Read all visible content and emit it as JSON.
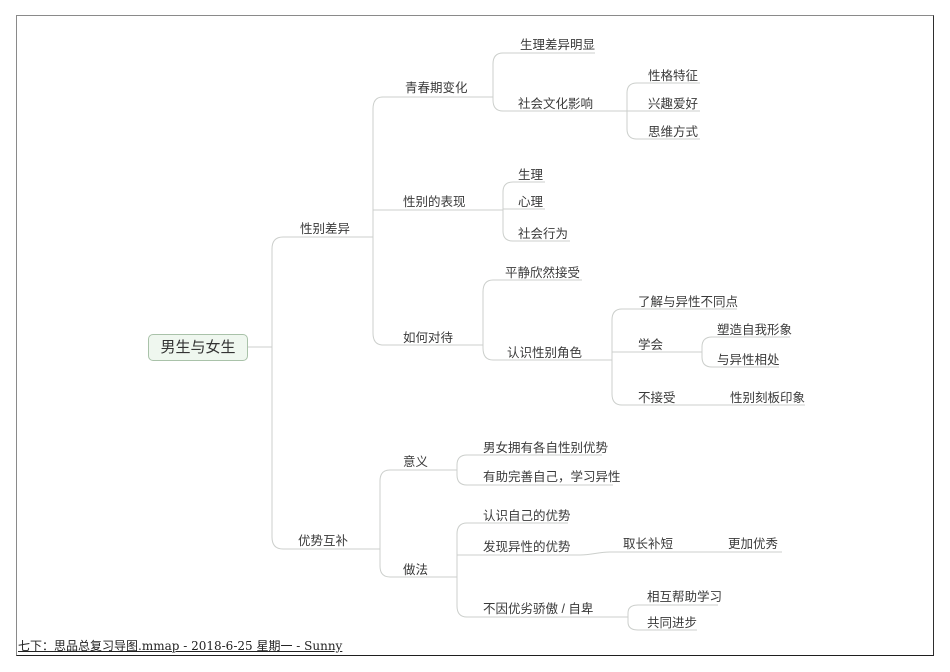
{
  "mindmap": {
    "root": {
      "label": "男生与女生",
      "children": [
        {
          "label": "性别差异",
          "children": [
            {
              "label": "青春期变化",
              "children": [
                {
                  "label": "生理差异明显"
                },
                {
                  "label": "社会文化影响",
                  "children": [
                    {
                      "label": "性格特征"
                    },
                    {
                      "label": "兴趣爱好"
                    },
                    {
                      "label": "思维方式"
                    }
                  ]
                }
              ]
            },
            {
              "label": "性别的表现",
              "children": [
                {
                  "label": "生理"
                },
                {
                  "label": "心理"
                },
                {
                  "label": "社会行为"
                }
              ]
            },
            {
              "label": "如何对待",
              "children": [
                {
                  "label": "平静欣然接受"
                },
                {
                  "label": "认识性别角色",
                  "children": [
                    {
                      "label": "了解与异性不同点"
                    },
                    {
                      "label": "学会",
                      "children": [
                        {
                          "label": "塑造自我形象"
                        },
                        {
                          "label": "与异性相处"
                        }
                      ]
                    },
                    {
                      "label": "不接受",
                      "children": [
                        {
                          "label": "性别刻板印象"
                        }
                      ]
                    }
                  ]
                }
              ]
            }
          ]
        },
        {
          "label": "优势互补",
          "children": [
            {
              "label": "意义",
              "children": [
                {
                  "label": "男女拥有各自性别优势"
                },
                {
                  "label": "有助完善自己，学习异性"
                }
              ]
            },
            {
              "label": "做法",
              "children": [
                {
                  "label": "认识自己的优势"
                },
                {
                  "label": "发现异性的优势",
                  "children": [
                    {
                      "label": "取长补短",
                      "children": [
                        {
                          "label": "更加优秀"
                        }
                      ]
                    }
                  ]
                },
                {
                  "label": "不因优劣骄傲 / 自卑",
                  "children": [
                    {
                      "label": "相互帮助学习"
                    },
                    {
                      "label": "共同进步"
                    }
                  ]
                }
              ]
            }
          ]
        }
      ]
    },
    "line_color": "#cccfcc",
    "root_fill": "#eff7ef",
    "root_border": "#a9c2a9"
  },
  "footer": {
    "text": "七下：思品总复习导图.mmap - 2018-6-25 星期一 - Sunny"
  }
}
